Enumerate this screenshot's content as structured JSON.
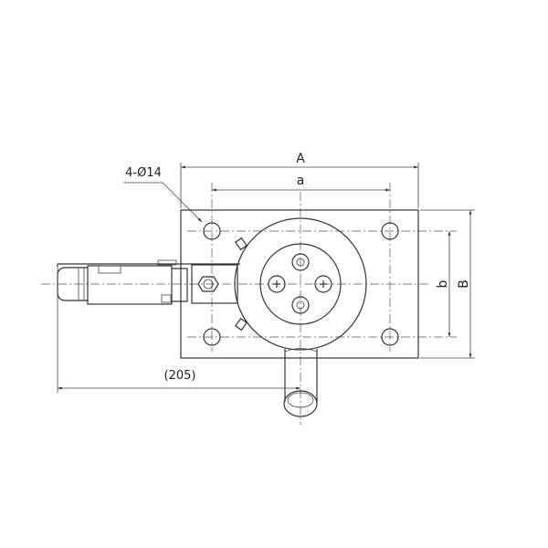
{
  "drawing": {
    "dimensions": {
      "plate_width": "A",
      "hole_spacing_x": "a",
      "hole_spacing_y": "b",
      "plate_height": "B",
      "overall_length": "(205)",
      "mounting_holes": "4-Ø14"
    },
    "line_color": "#333333",
    "background": "#ffffff"
  }
}
